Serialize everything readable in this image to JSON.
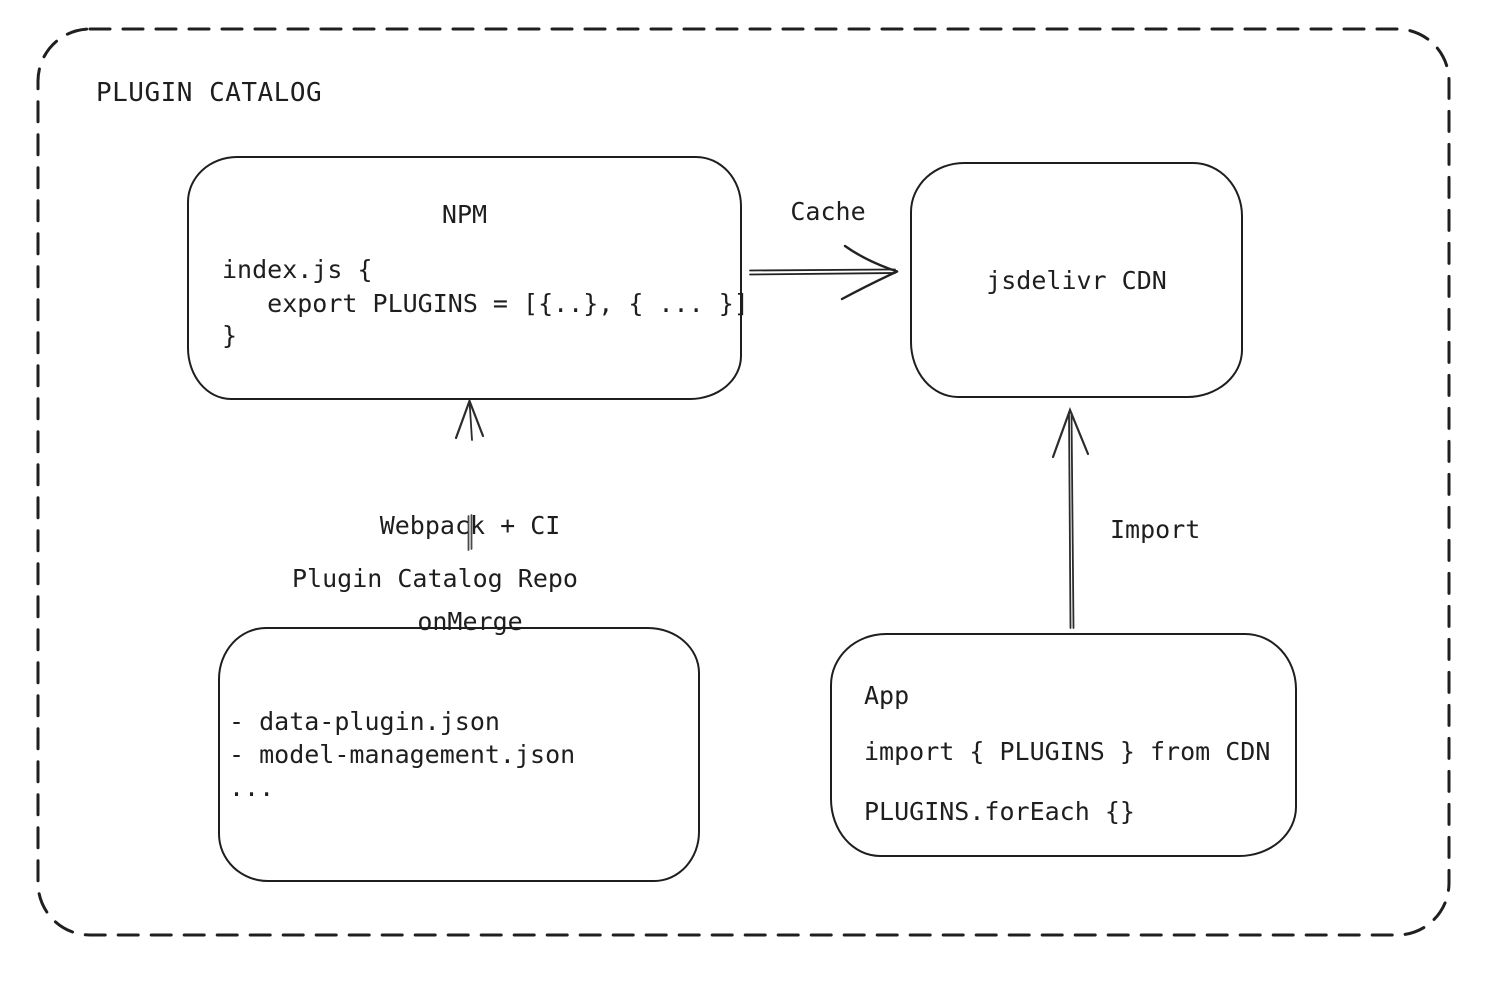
{
  "diagram": {
    "title": "PLUGIN CATALOG",
    "nodes": {
      "npm": {
        "title": "NPM",
        "code_lines": [
          "index.js {",
          "   export PLUGINS = [{..}, { ... }]",
          "}"
        ]
      },
      "cdn": {
        "label": "jsdelivr CDN"
      },
      "repo": {
        "title": "Plugin Catalog Repo",
        "items": [
          "- data-plugin.json",
          "- model-management.json",
          "..."
        ]
      },
      "app": {
        "title": "App",
        "code_lines": [
          "import { PLUGINS } from CDN",
          "PLUGINS.forEach {}"
        ]
      }
    },
    "edges": {
      "cache": {
        "label": "Cache",
        "from": "NPM",
        "to": "jsdelivr CDN"
      },
      "build": {
        "label_lines": [
          "Webpack + CI",
          "onMerge"
        ],
        "from": "Plugin Catalog Repo",
        "to": "NPM"
      },
      "import_edge": {
        "label": "Import",
        "from": "App",
        "to": "jsdelivr CDN"
      }
    },
    "colors": {
      "ink": "#1e1e1e",
      "background": "#ffffff"
    }
  }
}
